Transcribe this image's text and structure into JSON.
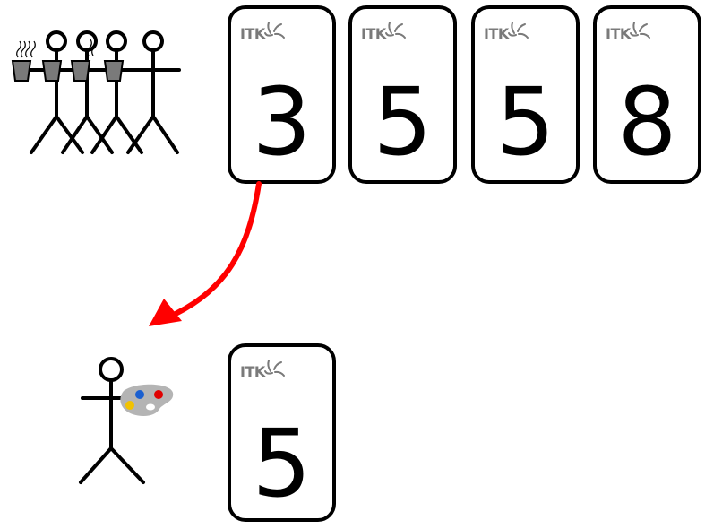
{
  "deck": {
    "brand_label": "ITK",
    "cards": [
      {
        "value": "3"
      },
      {
        "value": "5"
      },
      {
        "value": "5"
      },
      {
        "value": "8"
      }
    ]
  },
  "selected": {
    "brand_label": "ITK",
    "card": {
      "value": "5"
    }
  },
  "colors": {
    "arrow": "#ff0000",
    "palette": "#b4b4b4",
    "paint_blue": "#1a5fd0",
    "paint_red": "#e00000",
    "paint_yellow": "#f2c200",
    "cup": "#7a7a7a"
  },
  "icons": [
    "team-with-coffee-icon",
    "painter-with-palette-icon",
    "arrow-icon",
    "itk-logo-icon"
  ]
}
